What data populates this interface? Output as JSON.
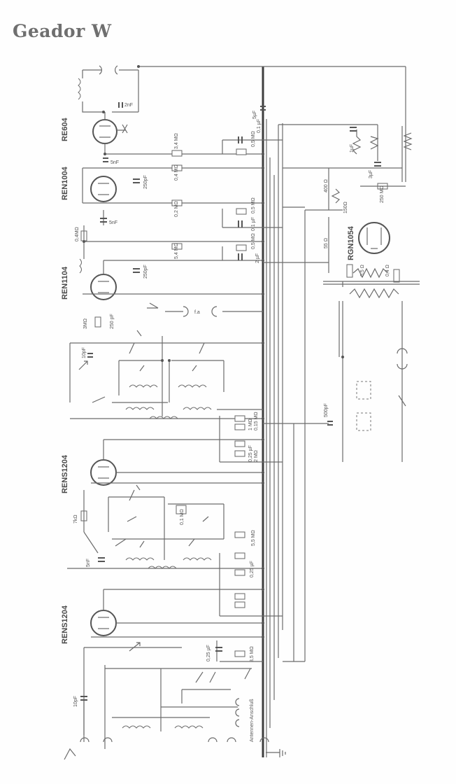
{
  "title": "Geador W",
  "tubes": [
    "RE604",
    "REN1004",
    "REN1104",
    "RENS1204",
    "RENS1204",
    "RGN1054"
  ],
  "component_labels": {
    "c_2nf": "2nF",
    "c_5nf_a": "5nF",
    "c_250pf": "250pF",
    "r_04": "0,4 MΩ",
    "c_5nf_b": "5nF",
    "r_04_grid": "0,4MΩ",
    "c_250pf_b": "250pF",
    "c_5uf": "5µF",
    "r_34": "3,4 MΩ",
    "r_05": "0,5 MΩ",
    "c_01": "0,1 µF",
    "r_02": "0,2 MΩ",
    "r_05b": "0,5 MΩ",
    "c_01b": "0,1 µF",
    "r_54": "5,4 MΩ",
    "r_05c": "0,5 MΩ",
    "c_2uf": "2 µF",
    "c_1uf": "1µF",
    "c_3uf": "3µF",
    "r_400": "400 Ω",
    "r_150": "150Ω",
    "r_55": "55 Ω",
    "r_250": "250 MΩ",
    "r_3m": "3MΩ",
    "c_250pf_c": "250 pF",
    "c_10pf": "10pF",
    "r_2mq": "2 MΩ",
    "c_500pf": "500pF",
    "r_1m": "1 MΩ",
    "r_015": "0,15 MΩ",
    "c_025": "0,25 µF",
    "r_5": "5,5 MΩ",
    "r_7k": "7kΩ",
    "r_01": "0,1 MΩ",
    "c_5nf_c": "5nF",
    "c_025b": "0,25 µF",
    "r_35": "3,5 MΩ",
    "c_10pf_b": "10pF",
    "antenna": "Antennen-Anschluß",
    "fa": "f.a",
    "r_05t": "0,5 Ω",
    "r_04t": "0,4 Ω"
  }
}
